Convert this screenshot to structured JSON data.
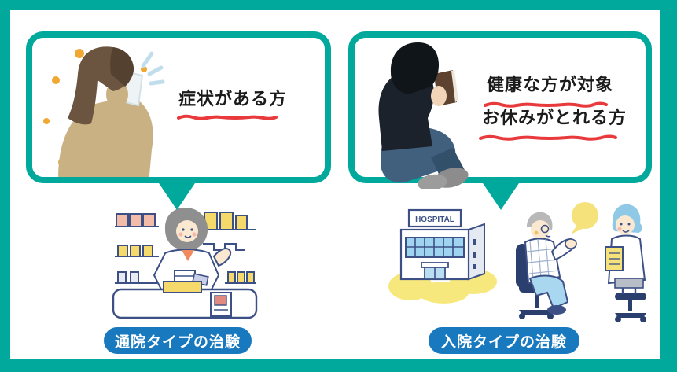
{
  "cards": {
    "outpatient": {
      "text": "症状がある方",
      "illustration": "sneezing-woman"
    },
    "inpatient": {
      "line1": "健康な方が対象",
      "line2": "お休みがとれる方",
      "illustration": "sitting-man"
    }
  },
  "outcomes": {
    "outpatient": {
      "label": "通院タイプの治験",
      "illustration": "pharmacy-counter"
    },
    "inpatient": {
      "label": "入院タイプの治験",
      "illustrations": [
        "hospital-building",
        "doctor-patient-consultation"
      ]
    }
  },
  "hospital_sign": "HOSPITAL",
  "colors": {
    "frame_teal": "#00A99C",
    "label_blue": "#1879BE",
    "underline_red": "#E8393C",
    "pollen_orange": "#F0A832",
    "illustration_navy": "#3D5086",
    "accent_yellow": "#F5D96B"
  }
}
